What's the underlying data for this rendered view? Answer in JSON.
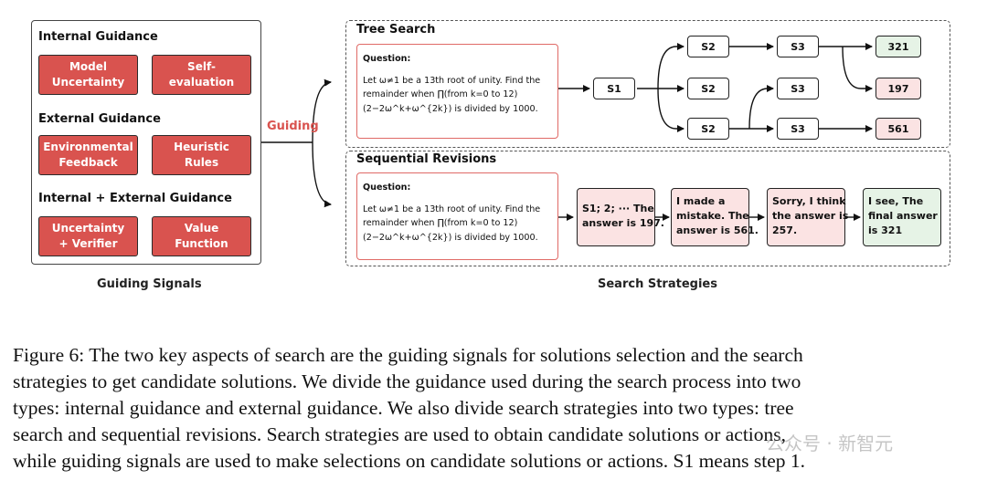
{
  "left_panel": {
    "internal": {
      "title": "Internal Guidance",
      "buttons": [
        "Model\nUncertainty",
        "Self-evaluation"
      ]
    },
    "external": {
      "title": "External Guidance",
      "buttons": [
        "Environmental\nFeedback",
        "Heuristic Rules"
      ]
    },
    "combined": {
      "title": "Internal + External Guidance",
      "buttons": [
        "Uncertainty\n+ Verifier",
        "Value Function"
      ]
    },
    "label": "Guiding Signals"
  },
  "guiding_label": "Guiding",
  "tree_search": {
    "title": "Tree Search",
    "question": {
      "head": "Question:",
      "lines": [
        "Let ω≠1 be a 13th root of unity. Find the",
        "remainder when ∏(from k=0 to 12)",
        "(2−2ω^k+ω^{2k}) is divided by 1000."
      ]
    },
    "s1": "S1",
    "s2": [
      "S2",
      "S2",
      "S2"
    ],
    "s3": [
      "S3",
      "S3",
      "S3"
    ],
    "results": [
      "321",
      "197",
      "561"
    ]
  },
  "sequential": {
    "title": "Sequential Revisions",
    "question": {
      "head": "Question:",
      "lines": [
        "Let ω≠1 be a 13th root of unity. Find the",
        "remainder when ∏(from k=0 to 12)",
        "(2−2ω^k+ω^{2k}) is divided by 1000."
      ]
    },
    "revisions": [
      {
        "lines": [
          "S1; 2; ··· The",
          "answer is 197."
        ]
      },
      {
        "lines": [
          "I made a",
          "mistake. The",
          "answer is 561."
        ]
      },
      {
        "lines": [
          "Sorry, I think",
          "the answer is",
          "257."
        ]
      },
      {
        "lines": [
          "I see, The",
          "final answer",
          "is 321"
        ]
      }
    ]
  },
  "right_label": "Search Strategies",
  "colors": {
    "accent_red": "#d9534f",
    "correct_green": "#e6f3e6",
    "wrong_pink": "#fbe3e3"
  },
  "caption": [
    "Figure 6: The two key aspects of search are the guiding signals for solutions selection and the search",
    "strategies to get candidate solutions. We divide the guidance used during the search process into two",
    "types: internal guidance and external guidance. We also divide search strategies into two types: tree",
    "search and sequential revisions. Search strategies are used to obtain candidate solutions or actions,",
    "while guiding signals are used to make selections on candidate solutions or actions. S1 means step 1."
  ],
  "watermark": "公众号 · 新智元"
}
